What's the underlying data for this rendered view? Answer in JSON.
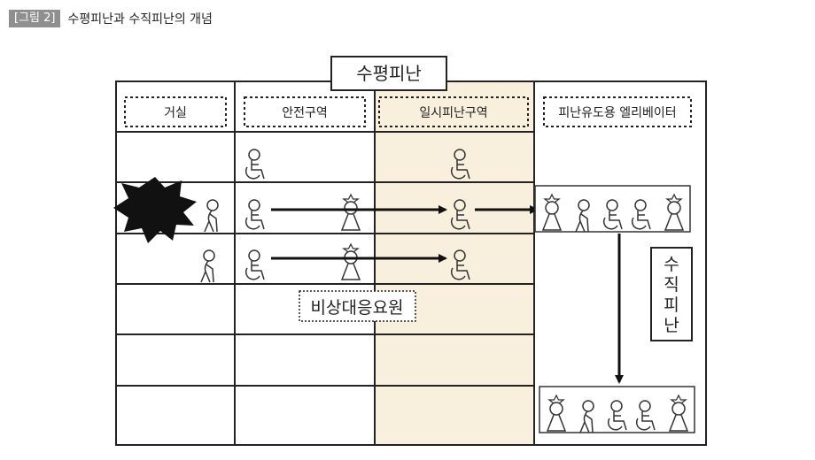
{
  "figure": {
    "label": "[그림 2]",
    "title": "수평피난과 수직피난의 개념"
  },
  "diagram": {
    "horizontal_title": "수평피난",
    "vertical_title": [
      "수",
      "직",
      "피",
      "난"
    ],
    "columns": [
      "거실",
      "안전구역",
      "일시피난구역",
      "피난유도용 엘리베이터"
    ],
    "staff_label": "비상대응요원",
    "colors": {
      "temporary_zone_fill": "#f8f0dc",
      "fire": "#111111",
      "line": "#222222"
    }
  }
}
